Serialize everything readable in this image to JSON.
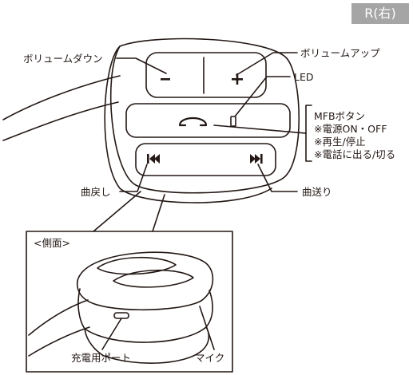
{
  "side_badge": "R(右)",
  "labels": {
    "volume_down": "ボリュームダウン",
    "volume_up": "ボリュームアップ",
    "led": "LED",
    "prev_track": "曲戻し",
    "next_track": "曲送り",
    "charging_port": "充電用ポート",
    "mic": "マイク"
  },
  "mfb": {
    "title": "MFBボタン",
    "notes": [
      "※電源ON・OFF",
      "※再生/停止",
      "※電話に出る/切る"
    ]
  },
  "inset": {
    "title": "<側面>"
  },
  "button_symbols": {
    "minus": "−",
    "plus": "+",
    "prev": "⏮",
    "next": "⏭"
  },
  "colors": {
    "line": "#231815",
    "badge_bg": "#a5a5a5",
    "badge_text": "#ffffff"
  },
  "icons": [
    "phone-icon",
    "led-indicator-icon",
    "prev-track-icon",
    "next-track-icon"
  ]
}
